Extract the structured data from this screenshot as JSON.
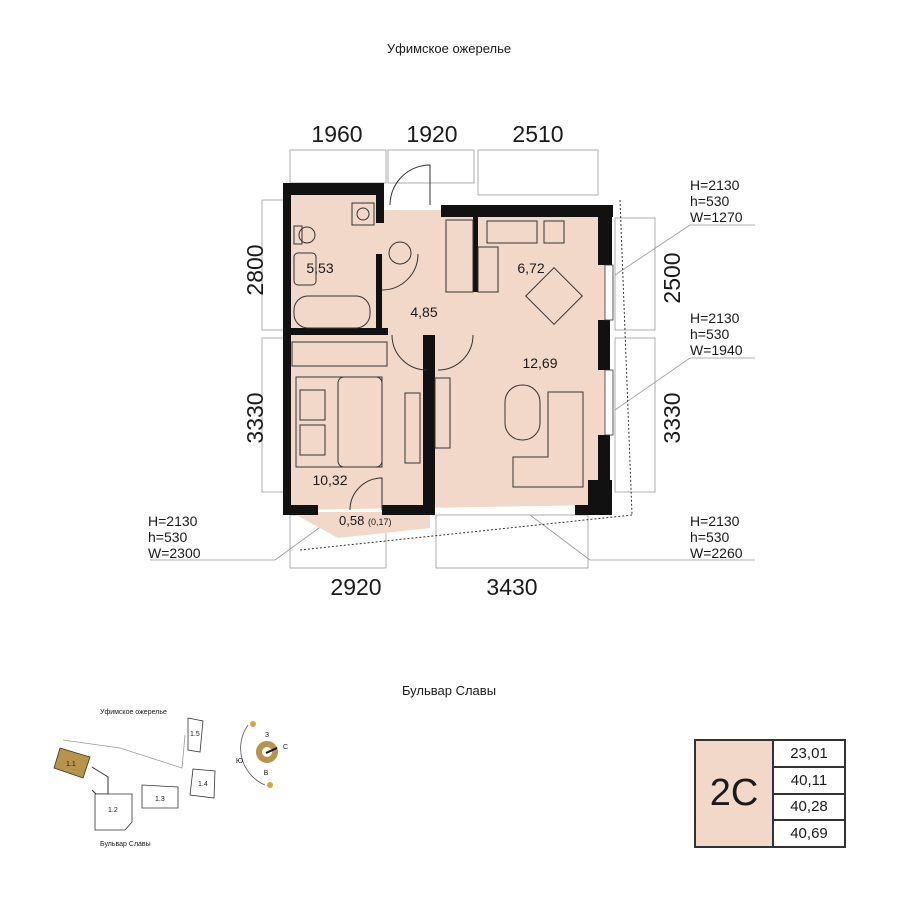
{
  "streets": {
    "top": "Уфимское ожерелье",
    "bottom": "Бульвар Славы"
  },
  "dimensions": {
    "top": [
      "1960",
      "1920",
      "2510"
    ],
    "left": [
      "2800",
      "3330"
    ],
    "right": [
      "2500",
      "3330"
    ],
    "bottom": [
      "2920",
      "3430"
    ]
  },
  "rooms": {
    "bathroom": "5,53",
    "hall": "4,85",
    "kitchen": "6,72",
    "bedroom": "10,32",
    "living": "12,69",
    "balcony": "0,58",
    "balcony_reduced": "(0,17)"
  },
  "windows": {
    "kitchen": {
      "H": "H=2130",
      "h": "h=530",
      "W": "W=1270"
    },
    "living": {
      "H": "H=2130",
      "h": "h=530",
      "W": "W=1940"
    },
    "bedroom": {
      "H": "H=2130",
      "h": "h=530",
      "W": "W=2300"
    },
    "living_bottom": {
      "H": "H=2130",
      "h": "h=530",
      "W": "W=2260"
    }
  },
  "site_plan": {
    "street_top": "Уфимское ожерелье",
    "street_bottom": "Бульвар Славы",
    "buildings": [
      "1.1",
      "1.2",
      "1.3",
      "1.4",
      "1.5"
    ],
    "highlighted": "1.1",
    "compass": {
      "n": "С",
      "s": "Ю",
      "w": "З",
      "e": "В"
    },
    "accent_color": "#b8934a"
  },
  "summary": {
    "type": "2С",
    "values": [
      "23,01",
      "40,11",
      "40,28",
      "40,69"
    ],
    "fill_color": "#f2d8c9"
  }
}
